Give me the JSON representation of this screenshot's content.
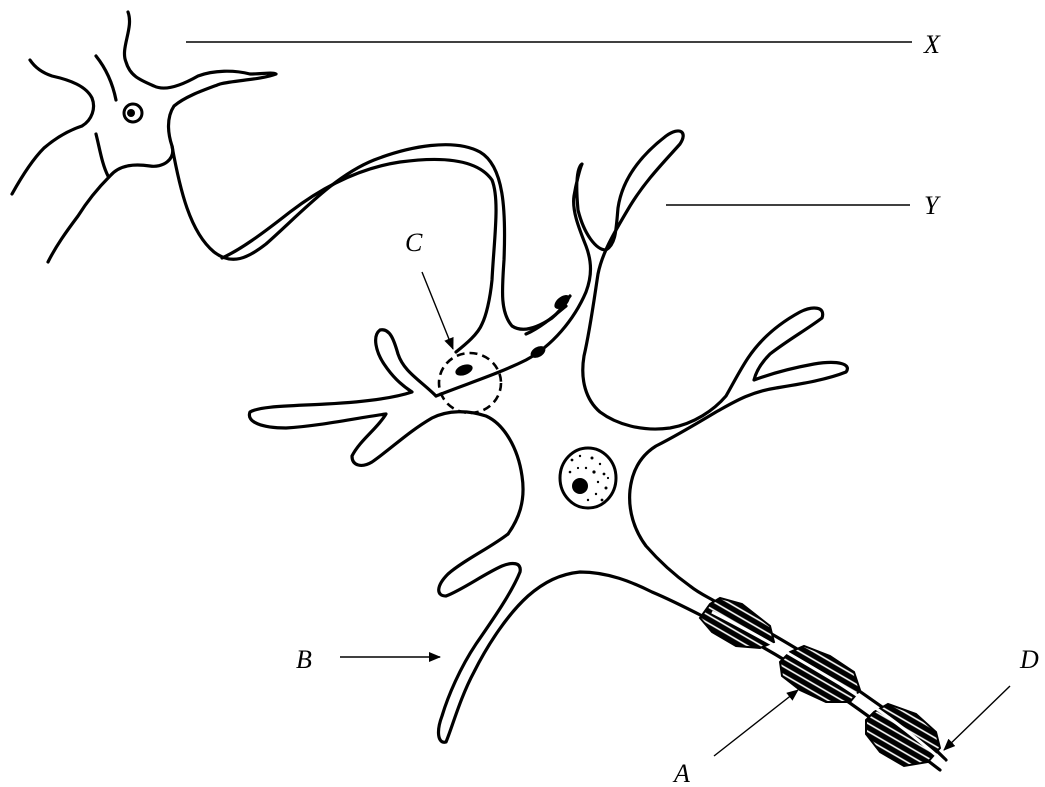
{
  "labels": {
    "x": "X",
    "y": "Y",
    "a": "A",
    "b": "B",
    "c": "C",
    "d": "D"
  },
  "colors": {
    "line": "#000000",
    "background": "#ffffff"
  }
}
